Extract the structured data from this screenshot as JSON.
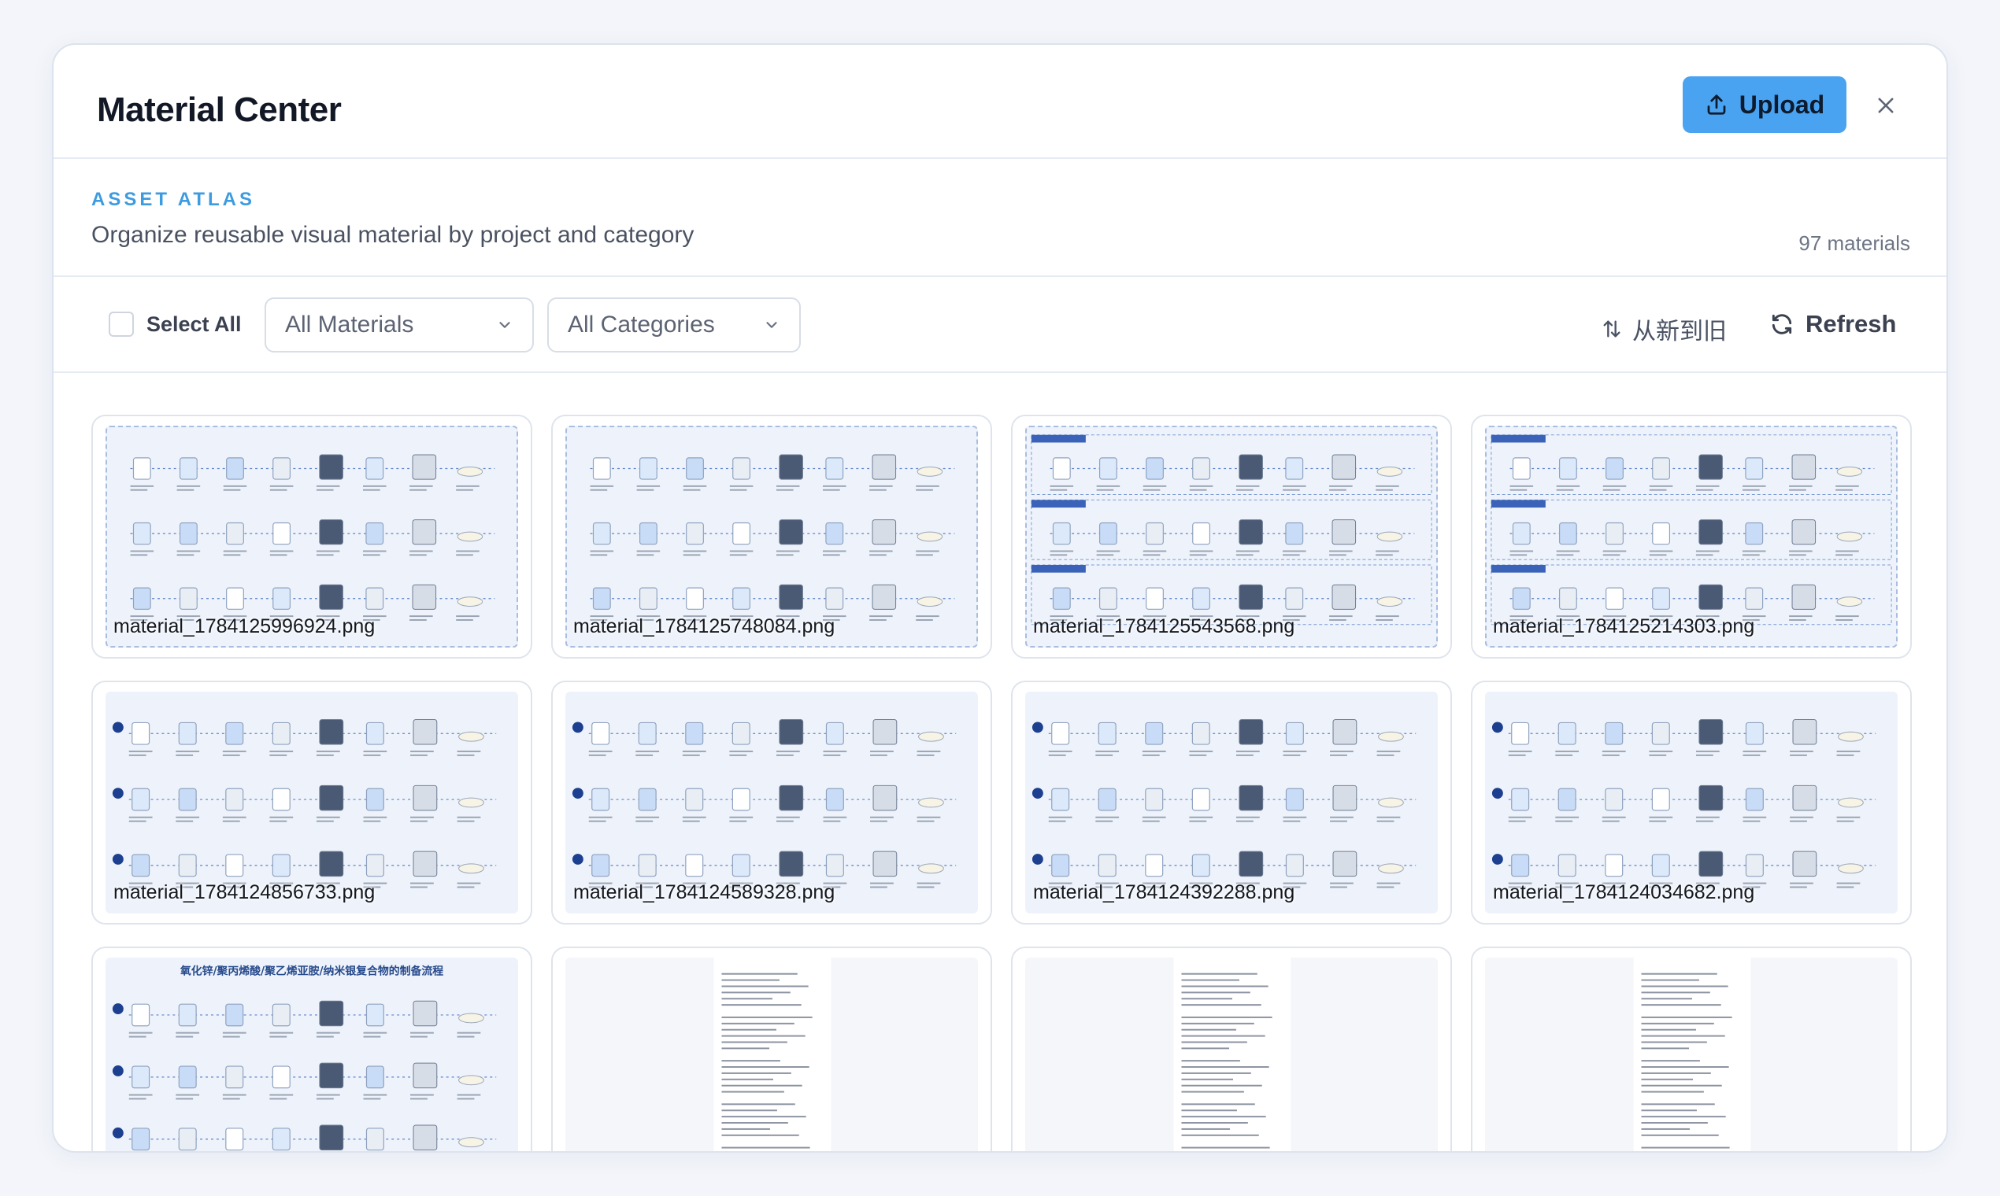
{
  "header": {
    "title": "Material Center",
    "upload_label": "Upload"
  },
  "intro": {
    "eyebrow": "ASSET ATLAS",
    "subtitle": "Organize reusable visual material by project and category",
    "count": "97 materials"
  },
  "toolbar": {
    "select_all_label": "Select All",
    "materials_filter": "All Materials",
    "categories_filter": "All Categories",
    "sort_label": "从新到旧",
    "refresh_label": "Refresh"
  },
  "icons": {
    "upload": "upload-icon",
    "close": "close-icon",
    "chevron": "chevron-down-icon",
    "sort": "sort-icon",
    "refresh": "refresh-icon"
  },
  "colors": {
    "accent": "#4aa3f0",
    "eyebrow": "#3d9be0"
  },
  "materials": [
    {
      "name": "material_1784125996924.png",
      "kind": "flow"
    },
    {
      "name": "material_1784125748084.png",
      "kind": "flow"
    },
    {
      "name": "material_1784125543568.png",
      "kind": "flow-sections"
    },
    {
      "name": "material_1784125214303.png",
      "kind": "flow-sections"
    },
    {
      "name": "material_1784124856733.png",
      "kind": "flow-numbered"
    },
    {
      "name": "material_1784124589328.png",
      "kind": "flow-numbered"
    },
    {
      "name": "material_1784124392288.png",
      "kind": "flow-numbered"
    },
    {
      "name": "material_1784124034682.png",
      "kind": "flow-numbered"
    },
    {
      "name": "",
      "kind": "flow-titled",
      "heading": "氧化锌/聚丙烯酸/聚乙烯亚胺/纳米银复合物的制备流程"
    },
    {
      "name": "",
      "kind": "doc"
    },
    {
      "name": "",
      "kind": "doc"
    },
    {
      "name": "",
      "kind": "doc"
    }
  ]
}
